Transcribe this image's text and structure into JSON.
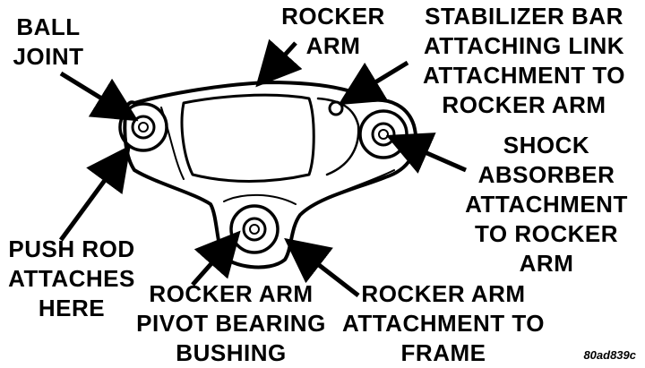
{
  "labels": {
    "ball_joint": [
      "BALL",
      "JOINT"
    ],
    "rocker_arm": [
      "ROCKER",
      "ARM"
    ],
    "stabilizer": [
      "STABILIZER BAR",
      "ATTACHING LINK",
      "ATTACHMENT TO",
      "ROCKER ARM"
    ],
    "shock": [
      "SHOCK",
      "ABSORBER",
      "ATTACHMENT",
      "TO ROCKER",
      "ARM"
    ],
    "push_rod": [
      "PUSH ROD",
      "ATTACHES",
      "HERE"
    ],
    "pivot": [
      "ROCKER ARM",
      "PIVOT BEARING",
      "BUSHING"
    ],
    "frame": [
      "ROCKER ARM",
      "ATTACHMENT TO",
      "FRAME"
    ]
  },
  "figure_code": "80ad839c",
  "colors": {
    "ink": "#000000",
    "paper": "#ffffff"
  }
}
